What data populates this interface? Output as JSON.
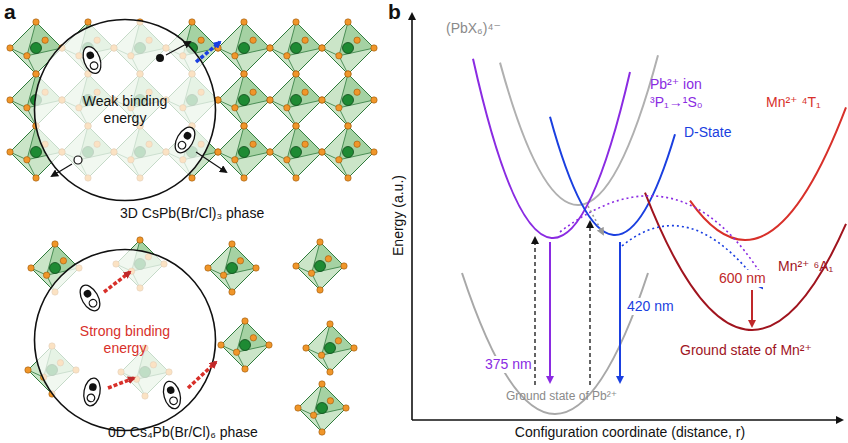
{
  "diagram": {
    "nodes": [
      {
        "text": [
          "Weak binding energy"
        ]
      },
      {
        "text": [
          "Strong binding energy"
        ]
      }
    ],
    "labels": [
      "a",
      "3D CsPb(Br/Cl)₃ phase",
      "0D Cs₄Pb(Br/Cl)₆ phase",
      "b",
      "Energy (a.u.)",
      "Configuration coordinate (distance, r)",
      "(PbX₆)⁴⁻",
      "Pb²⁺ ion",
      "³P₁→¹S₀",
      "D-State",
      "Mn²⁺ ⁴T₁",
      "Mn²⁺ ⁶A₁",
      "Ground state of Mn²⁺",
      "375 nm",
      "420 nm",
      "600 nm",
      "Ground state of Pb²⁺"
    ]
  }
}
